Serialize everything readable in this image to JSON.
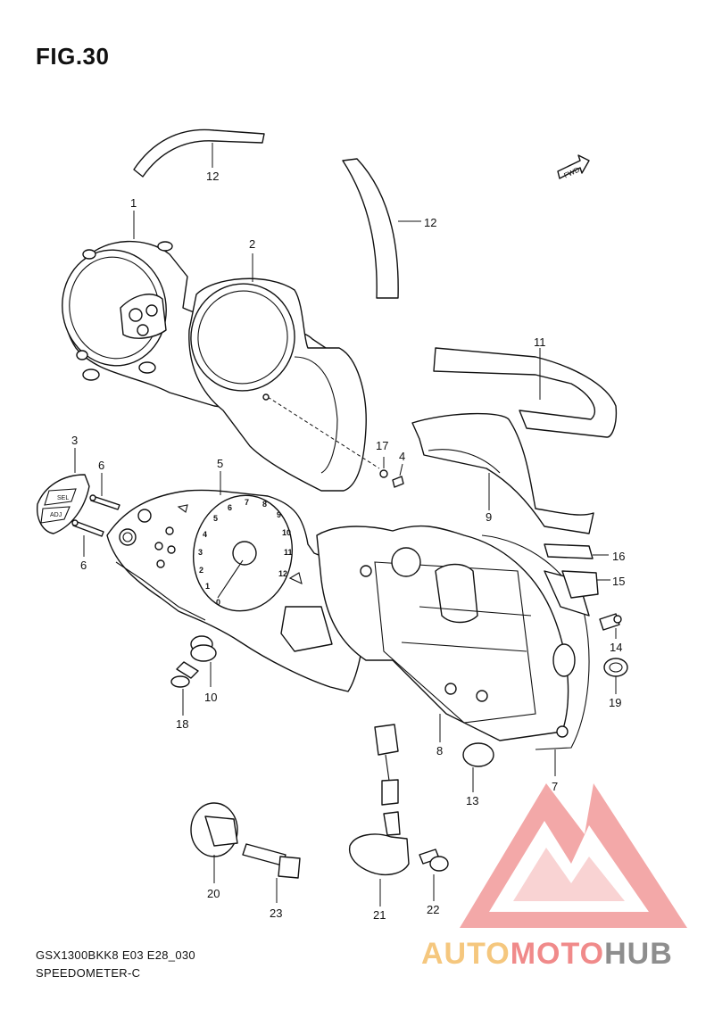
{
  "figure": {
    "title": "FIG.30",
    "model_code": "GSX1300BKK8 E03 E28_030",
    "section_name": "SPEEDOMETER-C",
    "direction_label": "FWD"
  },
  "callouts": [
    "1",
    "2",
    "3",
    "4",
    "5",
    "6",
    "6",
    "7",
    "8",
    "9",
    "10",
    "11",
    "12",
    "12",
    "13",
    "14",
    "15",
    "16",
    "17",
    "18",
    "19",
    "20",
    "21",
    "22",
    "23"
  ],
  "bezel_labels": {
    "sel": "SEL",
    "adj": "ADJ"
  },
  "tach_numbers": [
    "0",
    "1",
    "2",
    "3",
    "4",
    "5",
    "6",
    "7",
    "8",
    "9",
    "10",
    "11",
    "12"
  ],
  "watermark": {
    "part1": "AUTO",
    "part2": "MOTO",
    "part3": "HUB",
    "color_orange": "#f5c77e",
    "color_red": "#f08a8a",
    "color_gray": "#8e8e8e"
  }
}
